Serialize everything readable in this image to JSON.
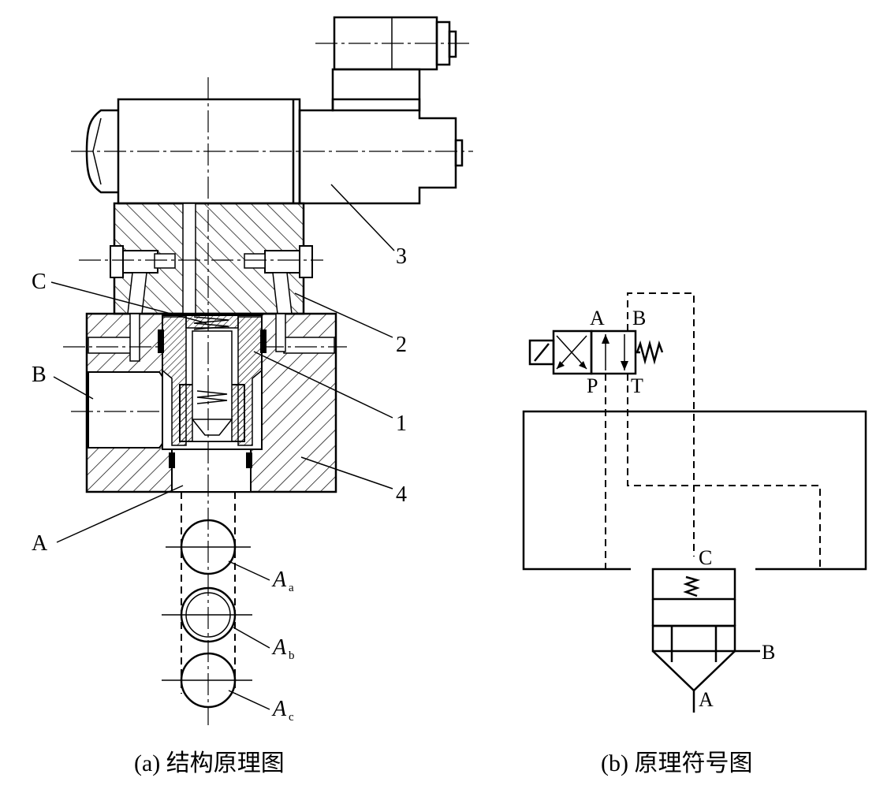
{
  "diagram_a": {
    "caption": "(a) 结构原理图",
    "labels": {
      "c": "C",
      "b": "B",
      "a": "A",
      "n1": "1",
      "n2": "2",
      "n3": "3",
      "n4": "4",
      "area_a_main": "A",
      "area_a_sub": "a",
      "area_b_main": "A",
      "area_b_sub": "b",
      "area_c_main": "A",
      "area_c_sub": "c"
    }
  },
  "diagram_b": {
    "caption": "(b) 原理符号图",
    "labels": {
      "valve_a": "A",
      "valve_b": "B",
      "valve_p": "P",
      "valve_t": "T",
      "port_c": "C",
      "port_b": "B",
      "port_a": "A"
    }
  }
}
